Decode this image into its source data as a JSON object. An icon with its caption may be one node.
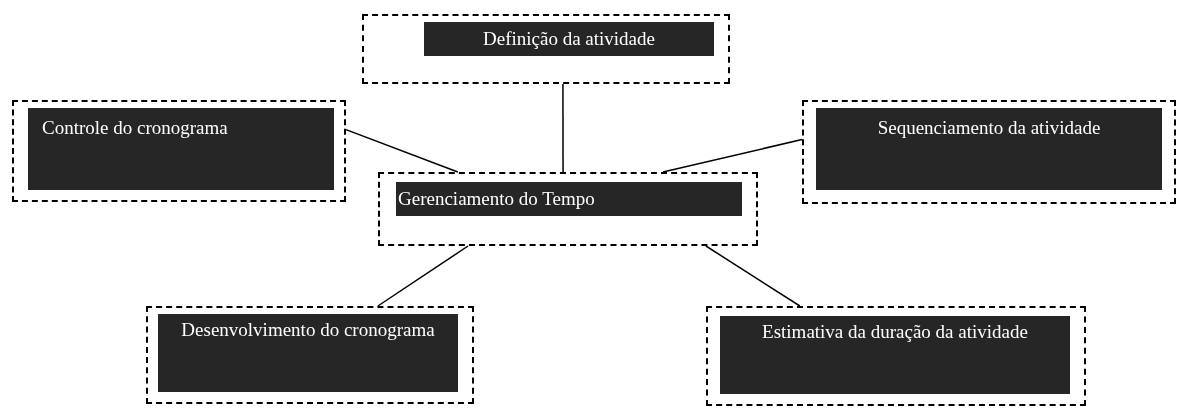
{
  "diagram": {
    "nodes": [
      {
        "text": [
          "Definição da atividade"
        ]
      },
      {
        "text": [
          "Controle do cronograma"
        ]
      },
      {
        "text": [
          "Sequenciamento da atividade"
        ]
      },
      {
        "text": [
          "Gerenciamento do Tempo"
        ]
      },
      {
        "text": [
          "Desenvolvimento do cronograma"
        ]
      },
      {
        "text": [
          "Estimativa da duração da atividade"
        ]
      }
    ],
    "edges": [
      {
        "from": 3,
        "to": 0,
        "arrow": "none"
      },
      {
        "from": 3,
        "to": 1,
        "arrow": "none"
      },
      {
        "from": 3,
        "to": 2,
        "arrow": "none"
      },
      {
        "from": 3,
        "to": 4,
        "arrow": "none"
      },
      {
        "from": 3,
        "to": 5,
        "arrow": "none"
      }
    ]
  }
}
